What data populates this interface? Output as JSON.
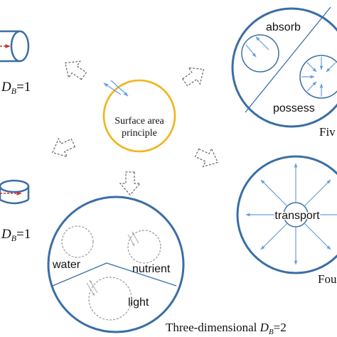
{
  "center": {
    "line1": "Surface area",
    "line2": "principle"
  },
  "one_dim_top": {
    "D": "D",
    "sub": "B",
    "eq": "=1"
  },
  "one_dim_bottom": {
    "D": "D",
    "sub": "B",
    "eq": "=1"
  },
  "five_dim": {
    "absorb": "absorb",
    "possess": "possess",
    "caption": "Fiv"
  },
  "four_dim": {
    "transport": "transport",
    "caption": "Fou"
  },
  "three_dim": {
    "water": "water",
    "nutrient": "nutrient",
    "light": "light",
    "caption_prefix": "Three-dimensional ",
    "D": "D",
    "sub": "B",
    "eq": "=2"
  },
  "colors": {
    "circle_blue": "#3a6ea5",
    "arrow_blue": "#6a9fd8",
    "center_gold": "#f0b41c",
    "red_arrow": "#c0392b"
  }
}
